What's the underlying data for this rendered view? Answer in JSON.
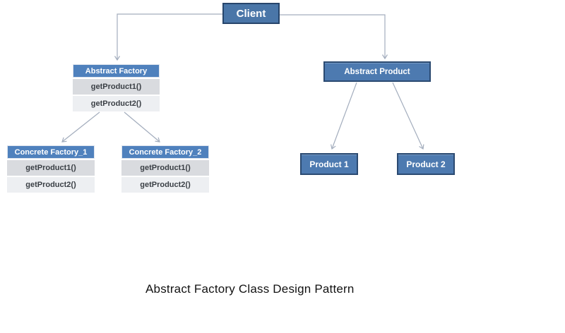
{
  "caption": "Abstract Factory Class Design Pattern",
  "nodes": {
    "client": {
      "label": "Client"
    },
    "abstract_factory": {
      "title": "Abstract Factory",
      "methods": [
        "getProduct1()",
        "getProduct2()"
      ]
    },
    "concrete_factory_1": {
      "title": "Concrete Factory_1",
      "methods": [
        "getProduct1()",
        "getProduct2()"
      ]
    },
    "concrete_factory_2": {
      "title": "Concrete Factory_2",
      "methods": [
        "getProduct1()",
        "getProduct2()"
      ]
    },
    "abstract_product": {
      "label": "Abstract Product"
    },
    "product_1": {
      "label": "Product 1"
    },
    "product_2": {
      "label": "Product 2"
    }
  },
  "edges": [
    {
      "from": "client",
      "to": "abstract_factory"
    },
    {
      "from": "client",
      "to": "abstract_product"
    },
    {
      "from": "abstract_factory",
      "to": "concrete_factory_1"
    },
    {
      "from": "abstract_factory",
      "to": "concrete_factory_2"
    },
    {
      "from": "abstract_product",
      "to": "product_1"
    },
    {
      "from": "abstract_product",
      "to": "product_2"
    }
  ],
  "colors": {
    "client_fill": "#4a76a8",
    "client_border": "#27456b",
    "header_fill": "#4f81bd",
    "row_odd_fill": "#d9dbdf",
    "row_even_fill": "#edeff2",
    "method_text": "#3a3f45",
    "node_fill": "#4d7ab0",
    "node_border": "#2b4a71",
    "connector": "#a3adbd",
    "caption_text": "#121212"
  }
}
